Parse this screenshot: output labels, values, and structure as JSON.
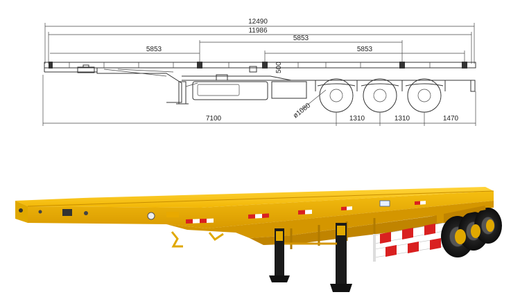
{
  "drawing": {
    "overall_length": "12490",
    "deck_length": "11986",
    "twistlock_spacing_1": "5853",
    "twistlock_spacing_2": "5853",
    "twistlock_spacing_3": "5853",
    "deck_height": "500",
    "wheel_diameter": "ø1080",
    "kingpin_to_axle": "7100",
    "axle_spacing_1": "1310",
    "axle_spacing_2": "1310",
    "rear_overhang": "1470"
  },
  "photo": {
    "subject": "flatbed-semi-trailer",
    "body_color": "#F2B705",
    "stripe_colors": [
      "#D92020",
      "#FFFFFF"
    ]
  }
}
